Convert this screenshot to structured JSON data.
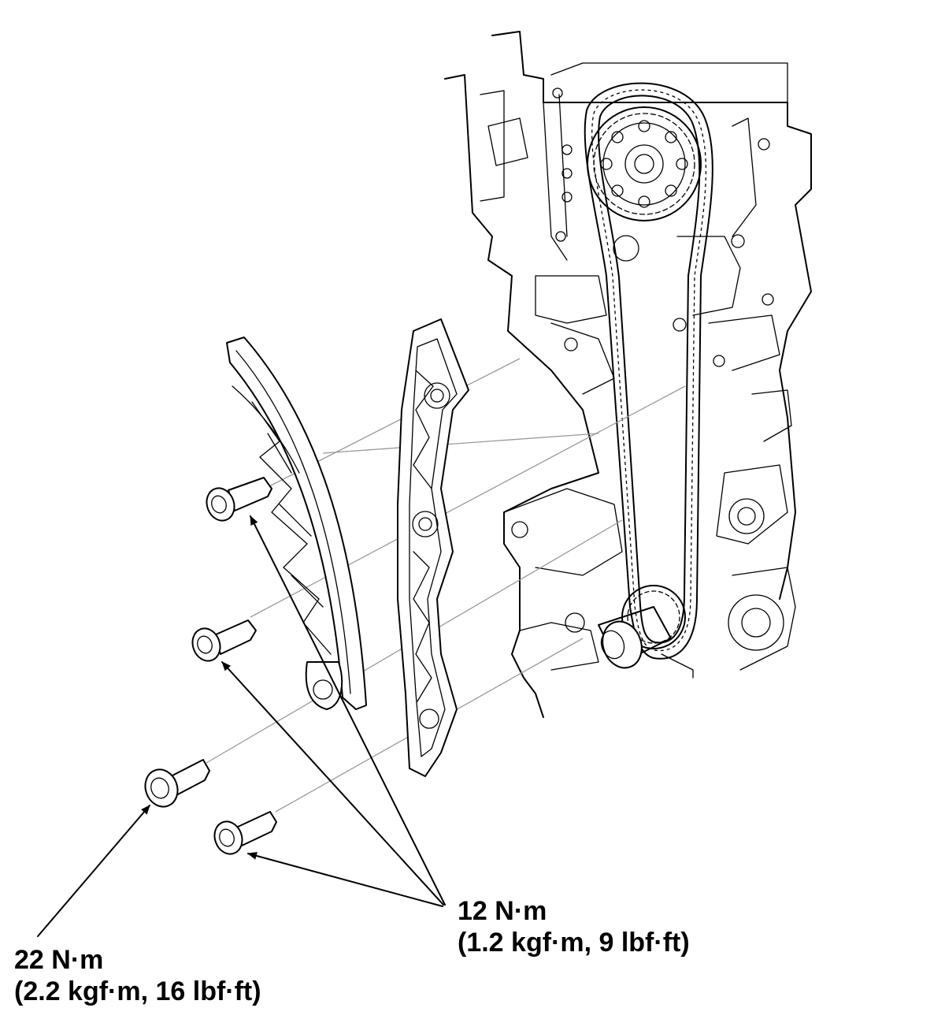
{
  "callouts": {
    "torque_12": {
      "value": "12 N·m",
      "conversion": "(1.2 kgf·m, 9 lbf·ft)"
    },
    "torque_22": {
      "value": "22 N·m",
      "conversion": "(2.2 kgf·m, 16 lbf·ft)"
    }
  },
  "parts": [
    "cam-sprocket-icon",
    "timing-chain-icon",
    "tensioner-arm-icon",
    "chain-guide-icon",
    "bolt-icon",
    "crank-sprocket-icon",
    "engine-block-icon"
  ]
}
